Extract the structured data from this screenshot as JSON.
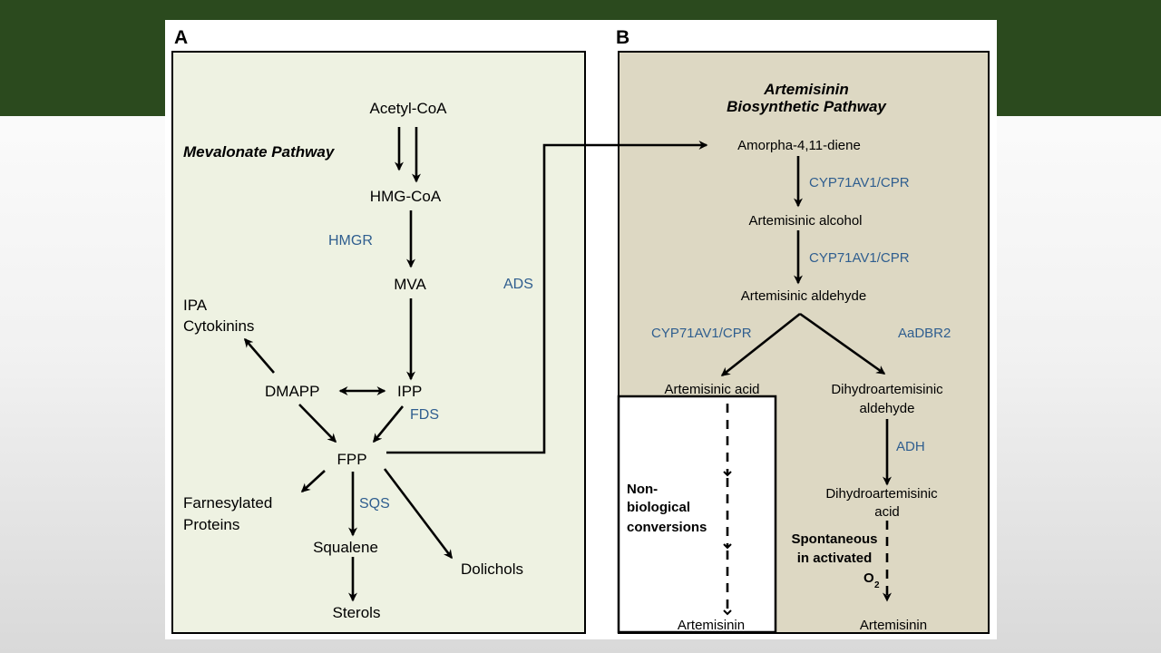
{
  "panel_a": {
    "letter": "A",
    "title": "Mevalonate Pathway",
    "nodes": {
      "acetyl_coa": "Acetyl-CoA",
      "hmg_coa": "HMG-CoA",
      "mva": "MVA",
      "ipa_line1": "IPA",
      "ipa_line2": "Cytokinins",
      "dmapp": "DMAPP",
      "ipp": "IPP",
      "fpp": "FPP",
      "farnesylated_line1": "Farnesylated",
      "farnesylated_line2": "Proteins",
      "squalene": "Squalene",
      "dolichols": "Dolichols",
      "sterols": "Sterols"
    },
    "enzymes": {
      "hmgr": "HMGR",
      "fds": "FDS",
      "sqs": "SQS",
      "ads": "ADS"
    }
  },
  "panel_b": {
    "letter": "B",
    "title_line1": "Artemisinin",
    "title_line2": "Biosynthetic Pathway",
    "nodes": {
      "amorpha": "Amorpha-4,11-diene",
      "art_alcohol": "Artemisinic alcohol",
      "art_aldehyde": "Artemisinic aldehyde",
      "art_acid": "Artemisinic acid",
      "dh_aldehyde_line1": "Dihydroartemisinic",
      "dh_aldehyde_line2": "aldehyde",
      "dh_acid_line1": "Dihydroartemisinic",
      "dh_acid_line2": "acid",
      "artemisinin_left": "Artemisinin",
      "artemisinin_right": "Artemisinin"
    },
    "enzymes": {
      "cyp_1": "CYP71AV1/CPR",
      "cyp_2": "CYP71AV1/CPR",
      "cyp_3": "CYP71AV1/CPR",
      "aadbr2": "AaDBR2",
      "adh": "ADH"
    },
    "notes": {
      "nonbio_line1": "Non-",
      "nonbio_line2": "biological",
      "nonbio_line3": "conversions",
      "spont_line1": "Spontaneous",
      "spont_line2": "in activated",
      "spont_o": "O",
      "spont_sub": "2"
    }
  },
  "colors": {
    "band": "#2b4a1e",
    "panel_a_fill": "#eef2e2",
    "panel_b_fill": "#ddd8c3",
    "enzyme_text": "#2f5e8f"
  }
}
